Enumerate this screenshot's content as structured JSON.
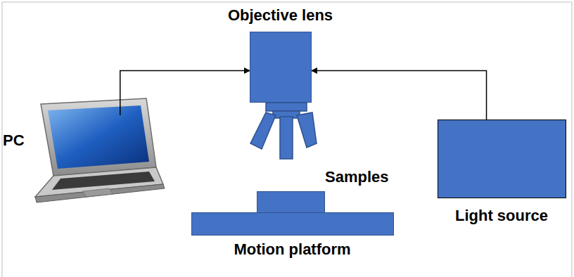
{
  "diagram": {
    "nodes": [
      {
        "text": [
          "Objective lens"
        ]
      },
      {
        "text": [
          "PC"
        ]
      },
      {
        "text": [
          "Samples"
        ]
      },
      {
        "text": [
          "Motion platform"
        ]
      },
      {
        "text": [
          "Light source"
        ]
      }
    ],
    "edges": [
      {
        "from": 1,
        "to": 0,
        "arrow": "to"
      },
      {
        "from": 4,
        "to": 0,
        "arrow": "to"
      }
    ]
  }
}
